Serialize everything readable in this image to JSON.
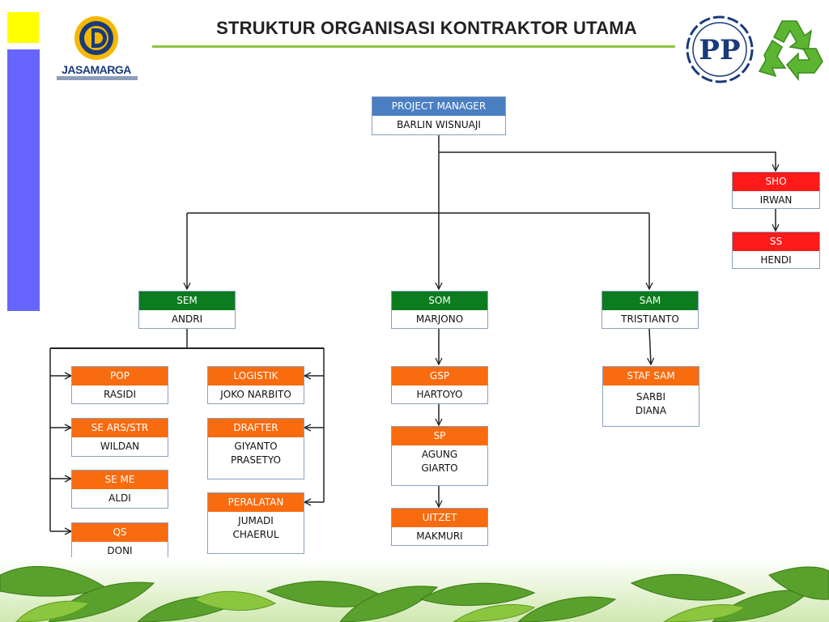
{
  "header": {
    "title": "STRUKTUR ORGANISASI KONTRAKTOR UTAMA"
  },
  "logos": {
    "jasamarga": "JASAMARGA",
    "pp": "PP"
  },
  "org": {
    "pm": {
      "role": "PROJECT MANAGER",
      "name": "BARLIN WISNUAJI"
    },
    "sho": {
      "role": "SHO",
      "name": "IRWAN"
    },
    "ss": {
      "role": "SS",
      "name": "HENDI"
    },
    "sem": {
      "role": "SEM",
      "name": "ANDRI"
    },
    "som": {
      "role": "SOM",
      "name": "MARJONO"
    },
    "sam": {
      "role": "SAM",
      "name": "TRISTIANTO"
    },
    "pop": {
      "role": "POP",
      "name": "RASIDI"
    },
    "sears": {
      "role": "SE ARS/STR",
      "name": "WILDAN"
    },
    "seme": {
      "role": "SE ME",
      "name": "ALDI"
    },
    "qs": {
      "role": "QS",
      "name": "DONI"
    },
    "logistik": {
      "role": "LOGISTIK",
      "name": "JOKO NARBITO"
    },
    "drafter": {
      "role": "DRAFTER",
      "name": "GIYANTO\nPRASETYO"
    },
    "peralatan": {
      "role": "PERALATAN",
      "name": "JUMADI\nCHAERUL"
    },
    "gsp": {
      "role": "GSP",
      "name": "HARTOYO"
    },
    "sp": {
      "role": "SP",
      "name": "AGUNG\nGIARTO"
    },
    "uitzet": {
      "role": "UITZET",
      "name": "MAKMURI"
    },
    "stafsam": {
      "role": "STAF SAM",
      "name": "SARBI\nDIANA"
    }
  },
  "colors": {
    "blue": "#4a7fc2",
    "green": "#0b7d1e",
    "red": "#ff1a1a",
    "orange": "#f96b0f",
    "accent_yellow": "#ffff00",
    "accent_blue": "#6666ff",
    "underline": "#8dc63f"
  }
}
